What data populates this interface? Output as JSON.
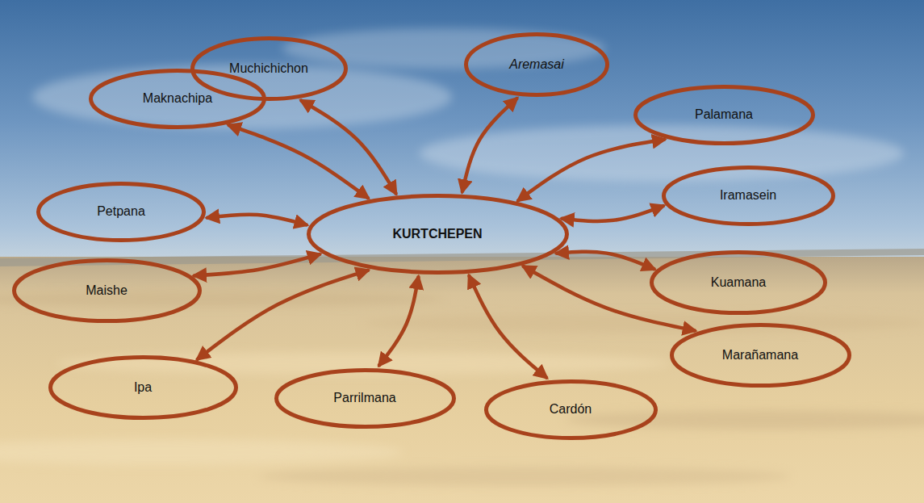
{
  "diagram": {
    "nodes": [
      {
        "text": [
          "Muchichichon"
        ]
      },
      {
        "text": [
          "Aremasai"
        ]
      },
      {
        "text": [
          "Maknachipa"
        ]
      },
      {
        "text": [
          "Palamana"
        ]
      },
      {
        "text": [
          "Petpana"
        ]
      },
      {
        "text": [
          "KURTCHEPEN"
        ]
      },
      {
        "text": [
          "Iramasein"
        ]
      },
      {
        "text": [
          "Maishe"
        ]
      },
      {
        "text": [
          "Kuamana"
        ]
      },
      {
        "text": [
          "Marañamana"
        ]
      },
      {
        "text": [
          "Ipa"
        ]
      },
      {
        "text": [
          "Parrilmana"
        ]
      },
      {
        "text": [
          "Cardón"
        ]
      }
    ],
    "edges": [
      {
        "from": 5,
        "to": 0,
        "arrow": "both"
      },
      {
        "from": 5,
        "to": 1,
        "arrow": "both"
      },
      {
        "from": 5,
        "to": 2,
        "arrow": "both"
      },
      {
        "from": 5,
        "to": 3,
        "arrow": "both"
      },
      {
        "from": 5,
        "to": 4,
        "arrow": "both"
      },
      {
        "from": 5,
        "to": 6,
        "arrow": "both"
      },
      {
        "from": 5,
        "to": 7,
        "arrow": "both"
      },
      {
        "from": 5,
        "to": 8,
        "arrow": "both"
      },
      {
        "from": 5,
        "to": 9,
        "arrow": "both"
      },
      {
        "from": 5,
        "to": 10,
        "arrow": "both"
      },
      {
        "from": 5,
        "to": 11,
        "arrow": "both"
      },
      {
        "from": 5,
        "to": 12,
        "arrow": "both"
      }
    ]
  }
}
